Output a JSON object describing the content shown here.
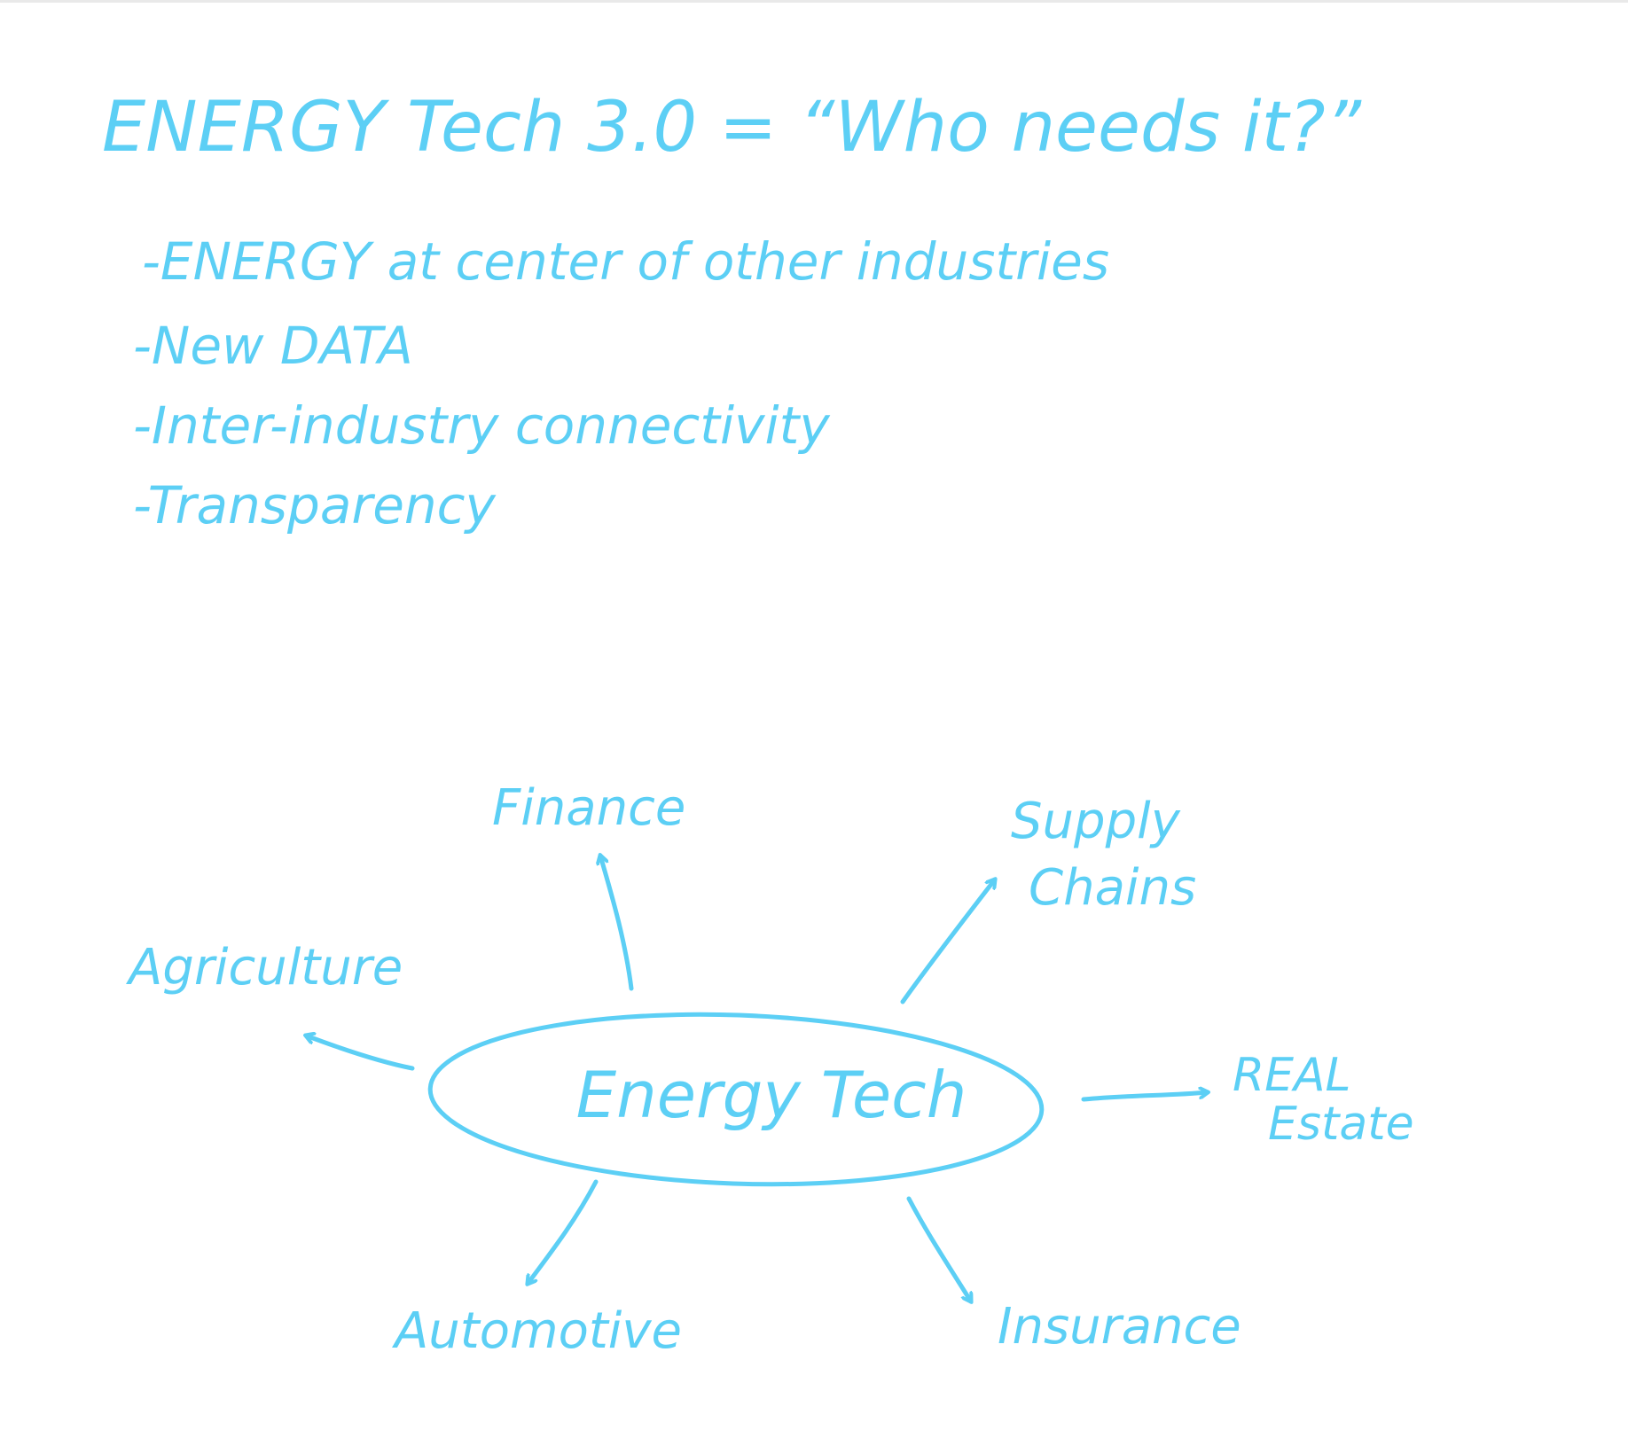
{
  "title": "ENERGY Tech 3.0 = “Who needs it?”",
  "bullets": [
    "-ENERGY at center of other industries",
    "-New DATA",
    "-Inter-industry connectivity",
    "-Transparency"
  ],
  "diagram": {
    "center": "Energy Tech",
    "nodes": {
      "finance": "Finance",
      "supply_1": "Supply",
      "supply_2": "Chains",
      "agriculture": "Agriculture",
      "real_1": "REAL",
      "real_2": "Estate",
      "automotive": "Automotive",
      "insurance": "Insurance"
    }
  },
  "colors": {
    "ink": "#5ccff5",
    "background": "#ffffff",
    "rule": "#e9e9e9"
  }
}
